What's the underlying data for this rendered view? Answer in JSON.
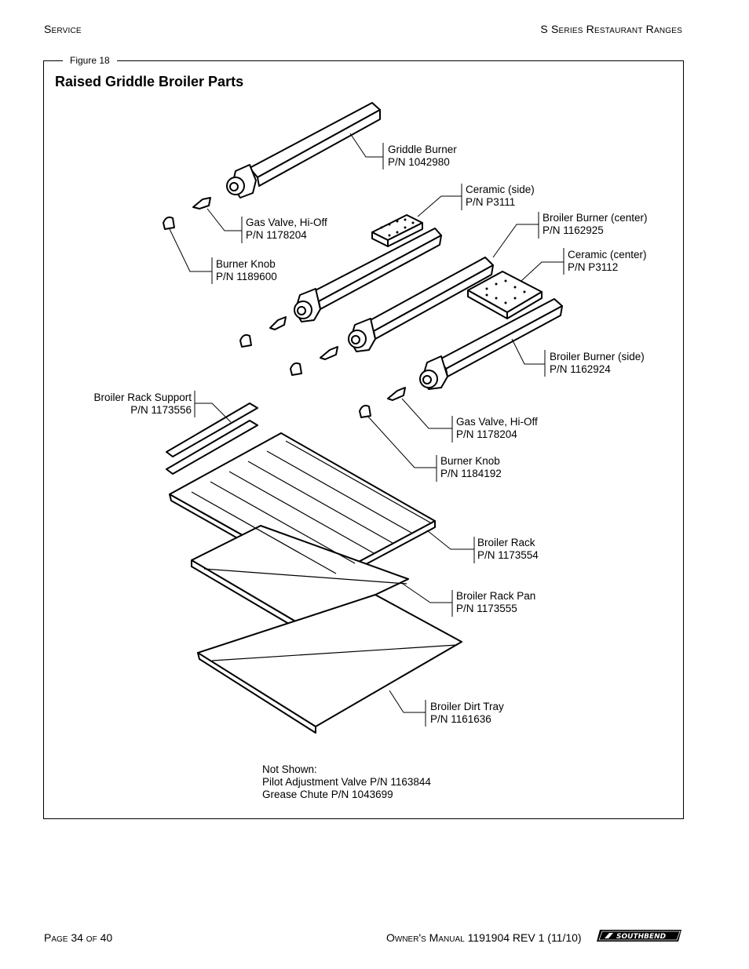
{
  "header": {
    "left": "Service",
    "right": "S Series Restaurant Ranges"
  },
  "figure": {
    "label": "Figure 18",
    "title": "Raised Griddle Broiler Parts",
    "callouts": [
      {
        "name": "Griddle Burner",
        "pn": "P/N 1042980"
      },
      {
        "name": "Ceramic (side)",
        "pn": "P/N P3111"
      },
      {
        "name": "Gas Valve, Hi-Off",
        "pn": "P/N 1178204"
      },
      {
        "name": "Broiler Burner (center)",
        "pn": "P/N 1162925"
      },
      {
        "name": "Burner Knob",
        "pn": "P/N 1189600"
      },
      {
        "name": "Ceramic (center)",
        "pn": "P/N P3112"
      },
      {
        "name": "Broiler Burner (side)",
        "pn": "P/N 1162924"
      },
      {
        "name": "Broiler Rack Support",
        "pn": "P/N 1173556"
      },
      {
        "name": "Gas Valve, Hi-Off",
        "pn": "P/N 1178204"
      },
      {
        "name": "Burner Knob",
        "pn": "P/N 1184192"
      },
      {
        "name": "Broiler Rack",
        "pn": "P/N 1173554"
      },
      {
        "name": "Broiler Rack Pan",
        "pn": "P/N 1173555"
      },
      {
        "name": "Broiler Dirt Tray",
        "pn": "P/N 1161636"
      }
    ],
    "not_shown": {
      "heading": "Not Shown:",
      "items": [
        "Pilot Adjustment Valve P/N 1163844",
        "Grease Chute P/N 1043699"
      ]
    }
  },
  "footer": {
    "page": "Page 34 of 40",
    "manual": "Owner's Manual 1191904 REV 1 (11/10)",
    "logo_text": "SOUTHBEND"
  }
}
